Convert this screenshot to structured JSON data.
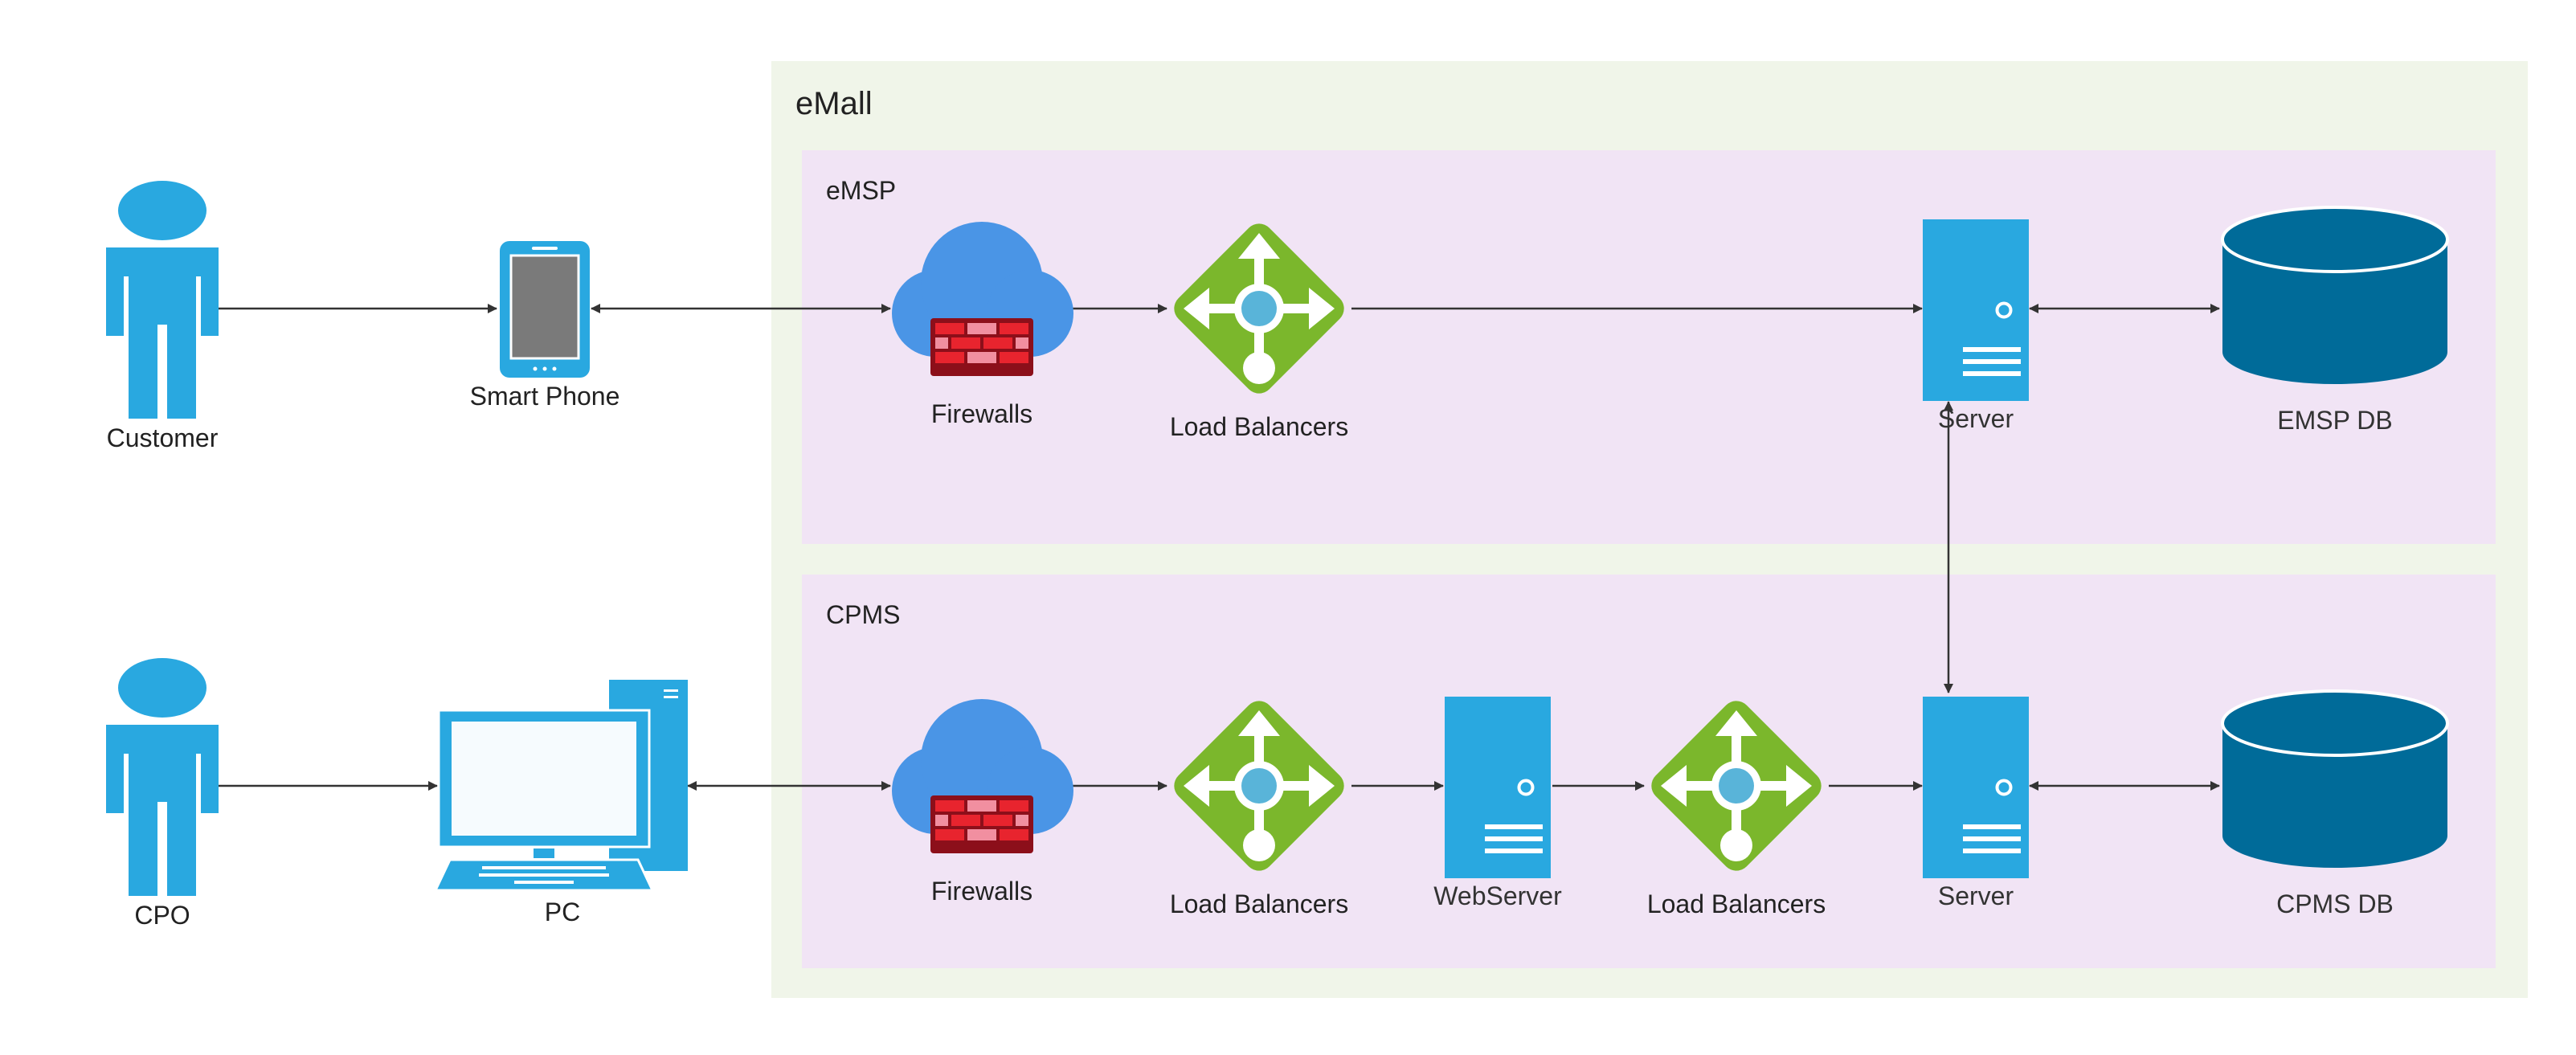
{
  "colors": {
    "outer_region": "#f0f5e9",
    "inner_region": "#f1e4f5",
    "person": "#29a8e0",
    "device": "#29a8e0",
    "server": "#29a8e0",
    "database": "#006b99",
    "cloud": "#4a95e6",
    "firewall": "#c8202c",
    "load_balancer": "#7bb72c",
    "connector": "#333333",
    "text": "#222222"
  },
  "outer_container": {
    "title": "eMall"
  },
  "regions": {
    "emsp": {
      "title": "eMSP"
    },
    "cpms": {
      "title": "CPMS"
    }
  },
  "actors": {
    "customer": {
      "label": "Customer",
      "icon": "person-icon"
    },
    "cpo": {
      "label": "CPO",
      "icon": "person-icon"
    }
  },
  "devices": {
    "smart_phone": {
      "label": "Smart Phone",
      "icon": "smartphone-icon"
    },
    "pc": {
      "label": "PC",
      "icon": "desktop-pc-icon"
    }
  },
  "emsp_nodes": {
    "firewalls": {
      "label": "Firewalls",
      "icon": "firewall-cloud-icon"
    },
    "load_balancers": {
      "label": "Load Balancers",
      "icon": "load-balancer-icon"
    },
    "server": {
      "label": "Server",
      "icon": "server-icon"
    },
    "db": {
      "label": "EMSP DB",
      "icon": "database-icon"
    }
  },
  "cpms_nodes": {
    "firewalls": {
      "label": "Firewalls",
      "icon": "firewall-cloud-icon"
    },
    "load_balancers_1": {
      "label": "Load Balancers",
      "icon": "load-balancer-icon"
    },
    "webserver": {
      "label": "WebServer",
      "icon": "server-icon"
    },
    "load_balancers_2": {
      "label": "Load Balancers",
      "icon": "load-balancer-icon"
    },
    "server": {
      "label": "Server",
      "icon": "server-icon"
    },
    "db": {
      "label": "CPMS DB",
      "icon": "database-icon"
    }
  }
}
